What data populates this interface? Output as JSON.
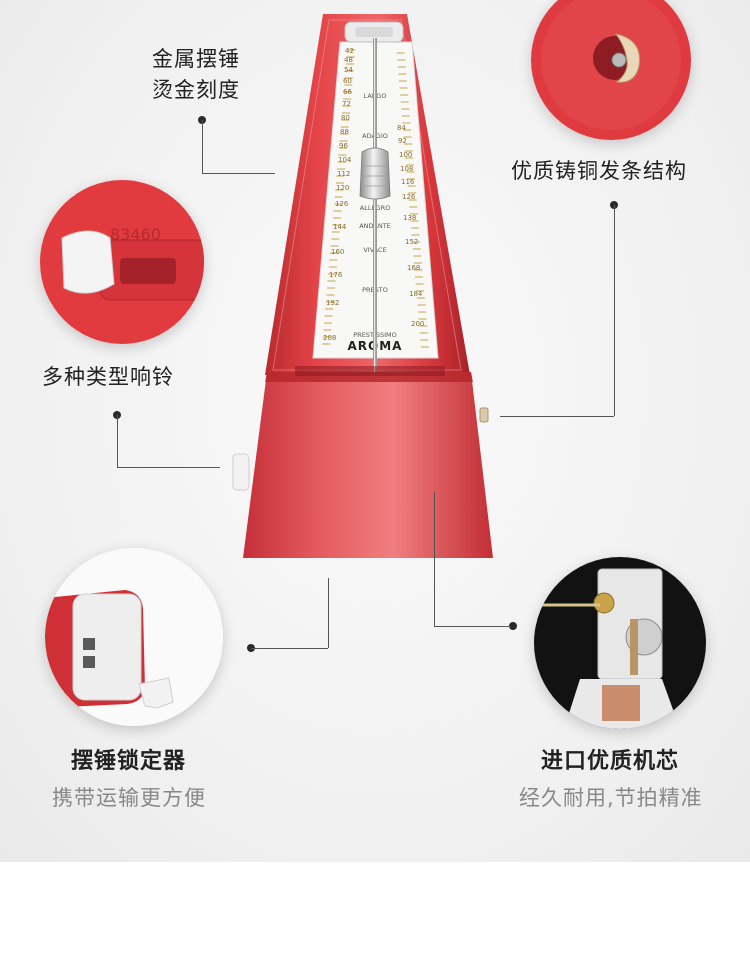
{
  "callouts": {
    "gold_scale": {
      "line1": "金属摆锤",
      "line2": "烫金刻度"
    },
    "copper_spring": {
      "text": "优质铸铜发条结构"
    },
    "bell": {
      "text": "多种类型响铃"
    },
    "pendulum_lock": {
      "title": "摆锤锁定器",
      "subtitle": "携带运输更方便"
    },
    "movement": {
      "title": "进口优质机芯",
      "subtitle": "经久耐用,节拍精准"
    }
  },
  "product": {
    "body_color": "#d9393c",
    "body_dark": "#b42428",
    "brand": "AROMA",
    "model": "83460",
    "scale_left": [
      "208",
      "192",
      "176",
      "160",
      "144",
      "126",
      "120",
      "112",
      "104",
      "96",
      "88",
      "80",
      "72",
      "66",
      "60",
      "54",
      "48",
      "42"
    ],
    "scale_right": [
      "200",
      "184",
      "168",
      "152",
      "138",
      "126",
      "116",
      "108",
      "100",
      "92",
      "84"
    ],
    "tempo_terms": [
      "PRESTISSIMO",
      "PRESTO",
      "VIVACE",
      "ALLEGRO",
      "ANDANTE",
      "ADAGIO",
      "LARGO"
    ]
  },
  "colors": {
    "gold": "#c9a24a",
    "accent_red": "#e23b3f",
    "line": "#555555"
  }
}
